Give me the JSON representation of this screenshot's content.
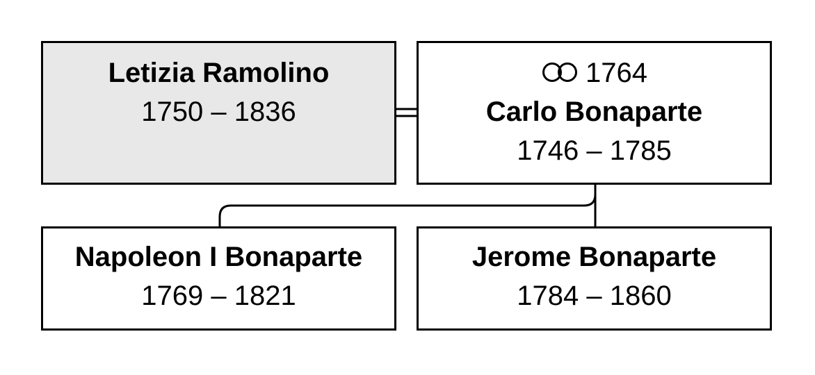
{
  "family_tree": {
    "spouse": {
      "name": "Letizia Ramolino",
      "dates": "1750 – 1836",
      "fill": "#e8e8e8"
    },
    "subject": {
      "marriage_icon": "interlocking-rings-icon",
      "marriage_year": "1764",
      "name": "Carlo Bonaparte",
      "dates": "1746 – 1785"
    },
    "children": [
      {
        "name": "Napoleon I Bonaparte",
        "dates": "1769 – 1821"
      },
      {
        "name": "Jerome Bonaparte",
        "dates": "1784 – 1860"
      }
    ]
  }
}
